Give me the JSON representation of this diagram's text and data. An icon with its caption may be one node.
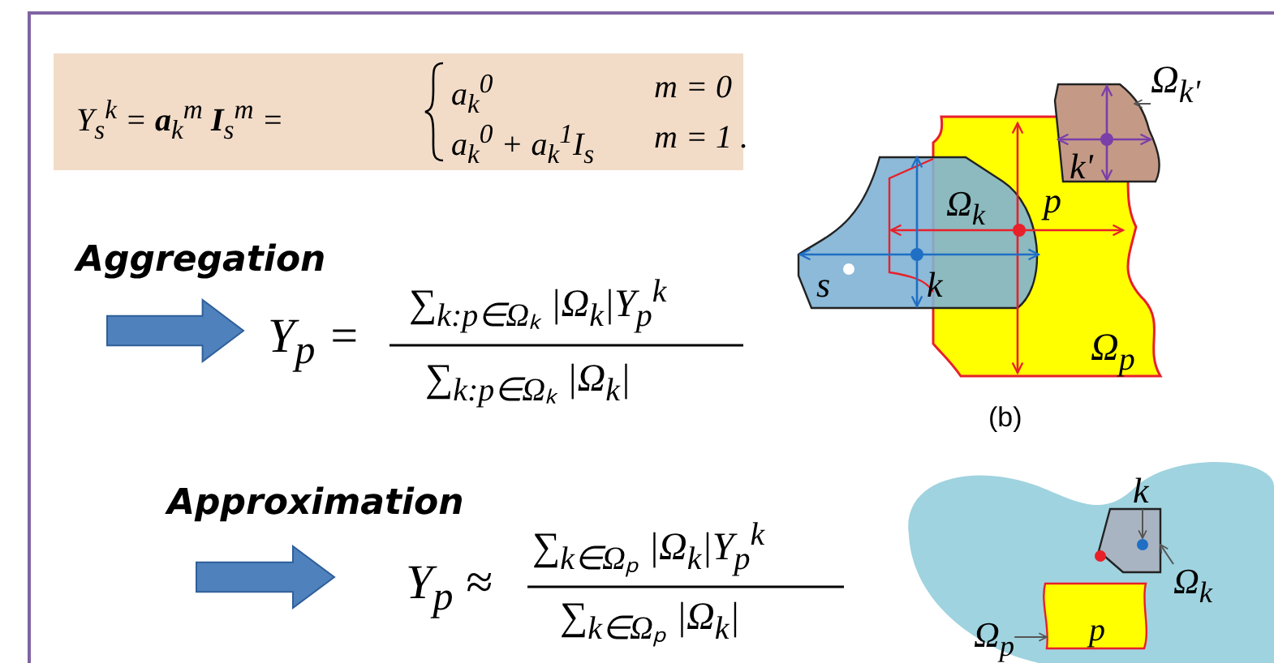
{
  "diagram": {
    "nodes": [
      {
        "text": [
          "Y$_{s}$$^{k}$ = **a**$_{k}$$^{m}$ **I**$_{s}$$^{m}$ =",
          "a$_{k}$$^{0}$",
          "m = 0",
          "a$_{k}$$^{0}$ + a$_{k}$$^{1}$I$_{s}$",
          "m = 1 ."
        ]
      },
      {
        "text": [
          "Ω$_{k'}$"
        ]
      },
      {
        "text": [
          "k"
        ]
      },
      {
        "text": [
          "Ω$_{k}$"
        ]
      },
      {
        "text": [
          "Ω$_{p}$"
        ]
      },
      {
        "text": [],
        "shape": "polygon"
      },
      {
        "text": [],
        "shape": "circle",
        "in": 7
      },
      {
        "text": [],
        "shape": "polygon"
      },
      {
        "text": [],
        "shape": "polygon"
      }
    ],
    "edges": [
      {
        "from": 1,
        "to": 5,
        "arrow": "to"
      },
      {
        "from": 2,
        "to": 6,
        "arrow": "to"
      },
      {
        "from": 3,
        "to": 7,
        "arrow": "to"
      },
      {
        "from": 4,
        "to": 8,
        "arrow": "to"
      }
    ],
    "labels": [
      "Aggregation",
      "Y$_{p}$ =",
      "∑$_{k:p∈Ωₖ}$ |Ω$_{k}$|Y$_{p}$$^{k}$",
      "∑$_{k:p∈Ωₖ}$ |Ω$_{k}$|",
      "Ω$_{k}$",
      "p",
      "s",
      "k",
      "k'",
      "Ω$_{p}$",
      "(b)",
      "Approximation",
      "Y$_{p}$ ≈",
      "∑$_{k∈Ωₚ}$ |Ω$_{k}$|Y$_{p}$$^{k}$",
      "∑$_{k∈Ωₚ}$ |Ω$_{k}$|",
      "p"
    ]
  }
}
